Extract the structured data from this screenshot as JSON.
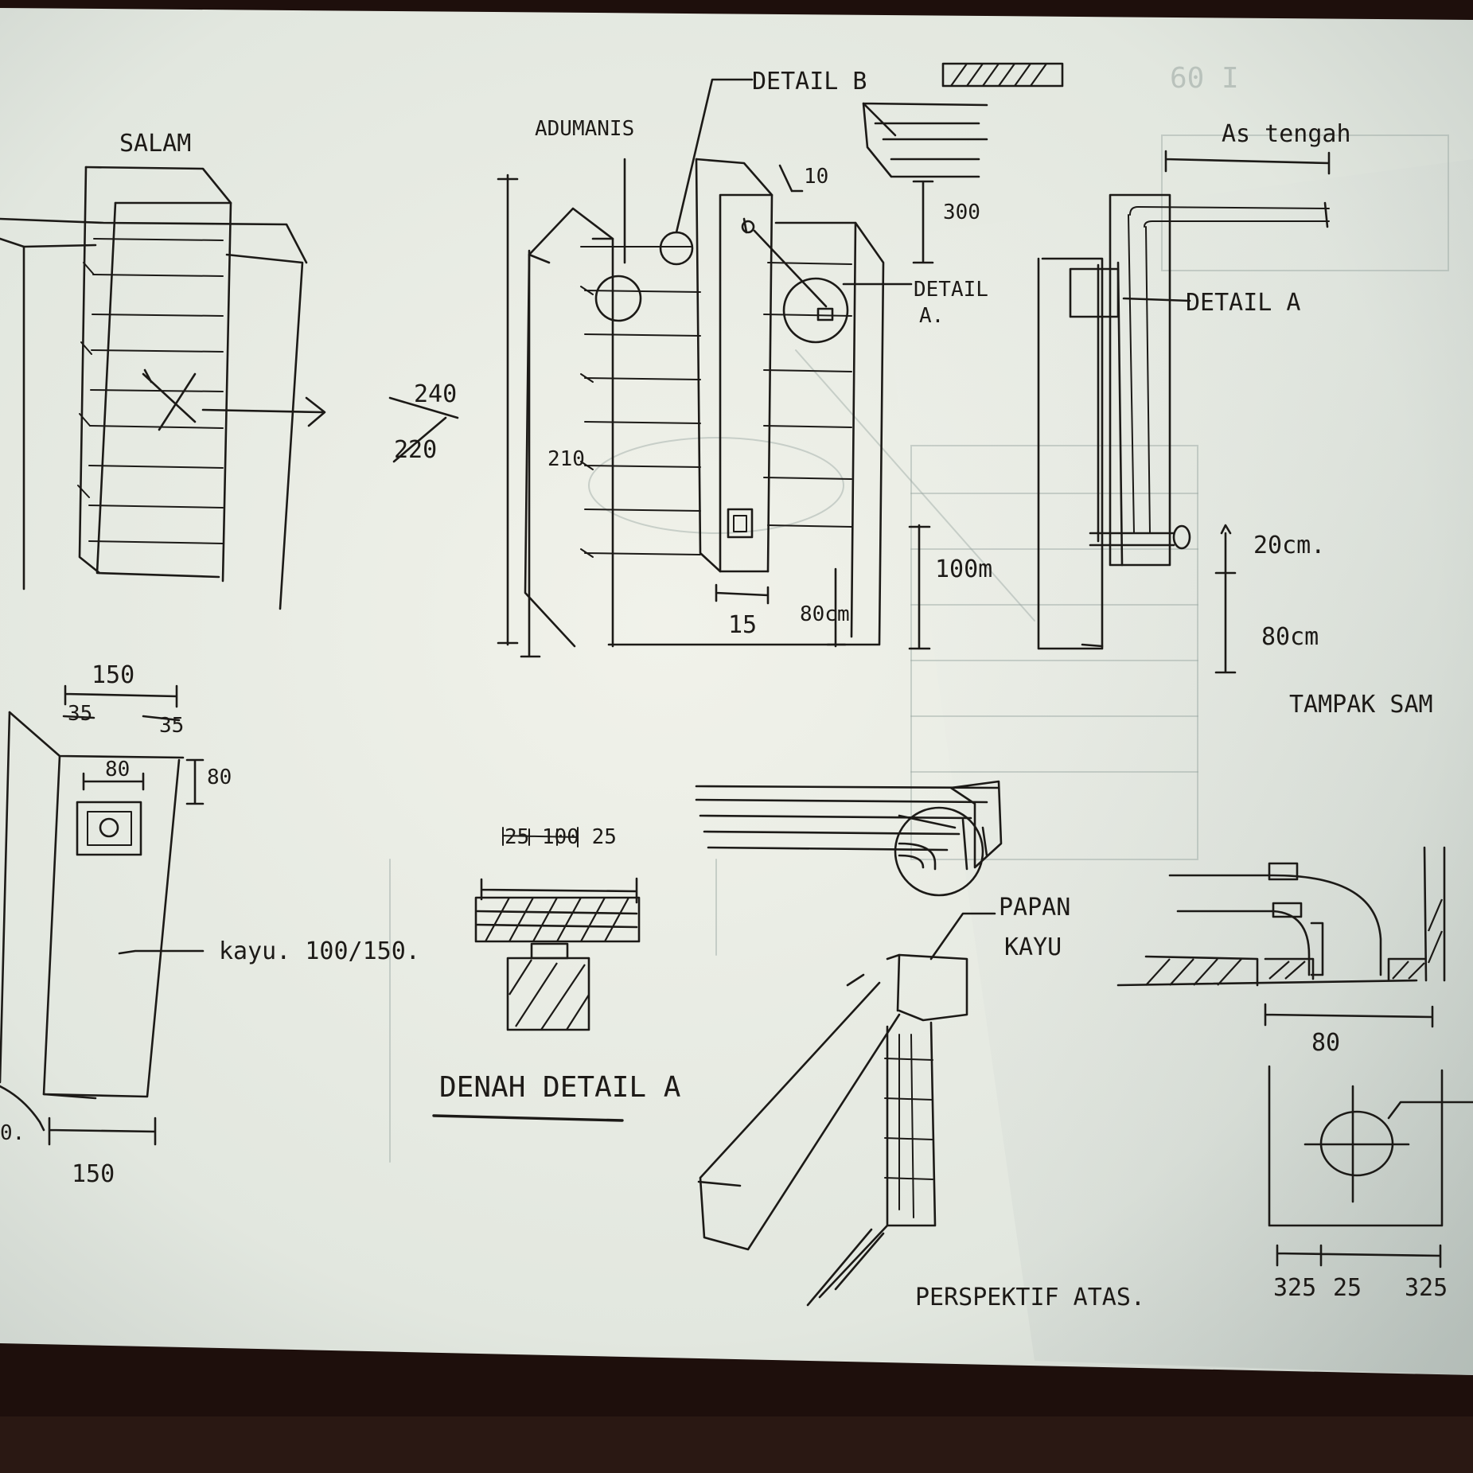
{
  "sheet": {
    "paper_color": "#e8ece3",
    "frame_color": "#1e0f0c",
    "ink_color": "#1c1a17"
  },
  "labels": {
    "salam": "SALAM",
    "adumanis": "ADUMANIS",
    "detail_b": "DETAIL B",
    "ten": "10",
    "three_hundred": "300",
    "detail_a_top": "DETAIL",
    "detail_a_bottom": "A.",
    "as_tengah": "As tengah",
    "detail_a_side": "DETAIL A",
    "h240": "240",
    "h220": "220",
    "h210": "210",
    "w15": "15",
    "h80cm_front": "80cm",
    "h100m": "100m",
    "h20cm": "20cm.",
    "h80cm_side": "80cm",
    "tampak_samping": "TAMPAK SAM",
    "w150_top": "150",
    "w35_left": "35",
    "w35_right": "35",
    "w80_plate": "80",
    "h80_plate": "80",
    "kayu_note": "kayu. 100/150.",
    "w150_bottom": "150",
    "dims_25_100_25": "25 100 25",
    "denah_detail_a": "DENAH DETAIL A",
    "papan_top": "PAPAN",
    "papan_bottom": "KAYU",
    "perspektif_atas": "PERSPEKTIF ATAS.",
    "w80_section": "80",
    "dims_bottom_left": "325",
    "dims_bottom_mid": "25",
    "dims_bottom_right": "325",
    "zero": "0."
  }
}
